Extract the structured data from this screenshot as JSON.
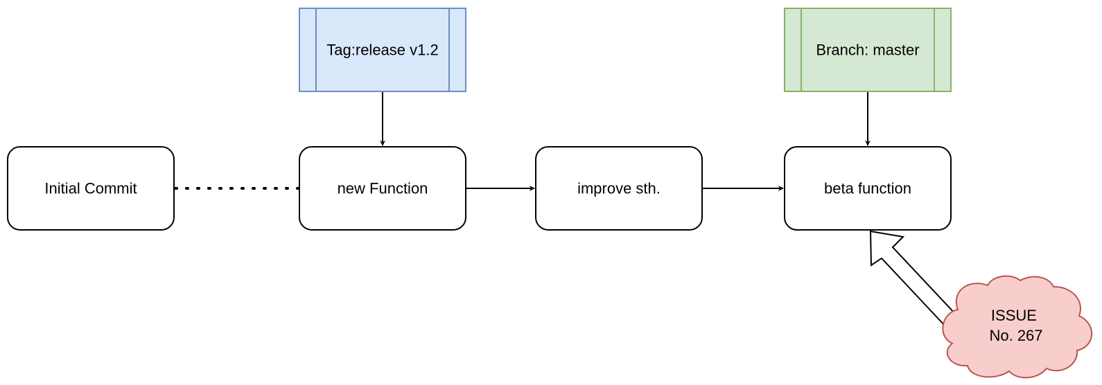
{
  "nodes": {
    "initial_commit": "Initial Commit",
    "new_function": "new Function",
    "improve": "improve sth.",
    "beta_function": "beta function"
  },
  "tag": {
    "label": "Tag:release v1.2"
  },
  "branch": {
    "label": "Branch: master"
  },
  "issue": {
    "line1": "ISSUE",
    "line2": "No. 267"
  },
  "colors": {
    "tag_fill": "#dae8fc",
    "tag_stroke": "#6c8ebf",
    "branch_fill": "#d5e8d4",
    "branch_stroke": "#82b366",
    "issue_fill": "#f8cecc",
    "issue_stroke": "#b85450",
    "node_stroke": "#000000"
  }
}
